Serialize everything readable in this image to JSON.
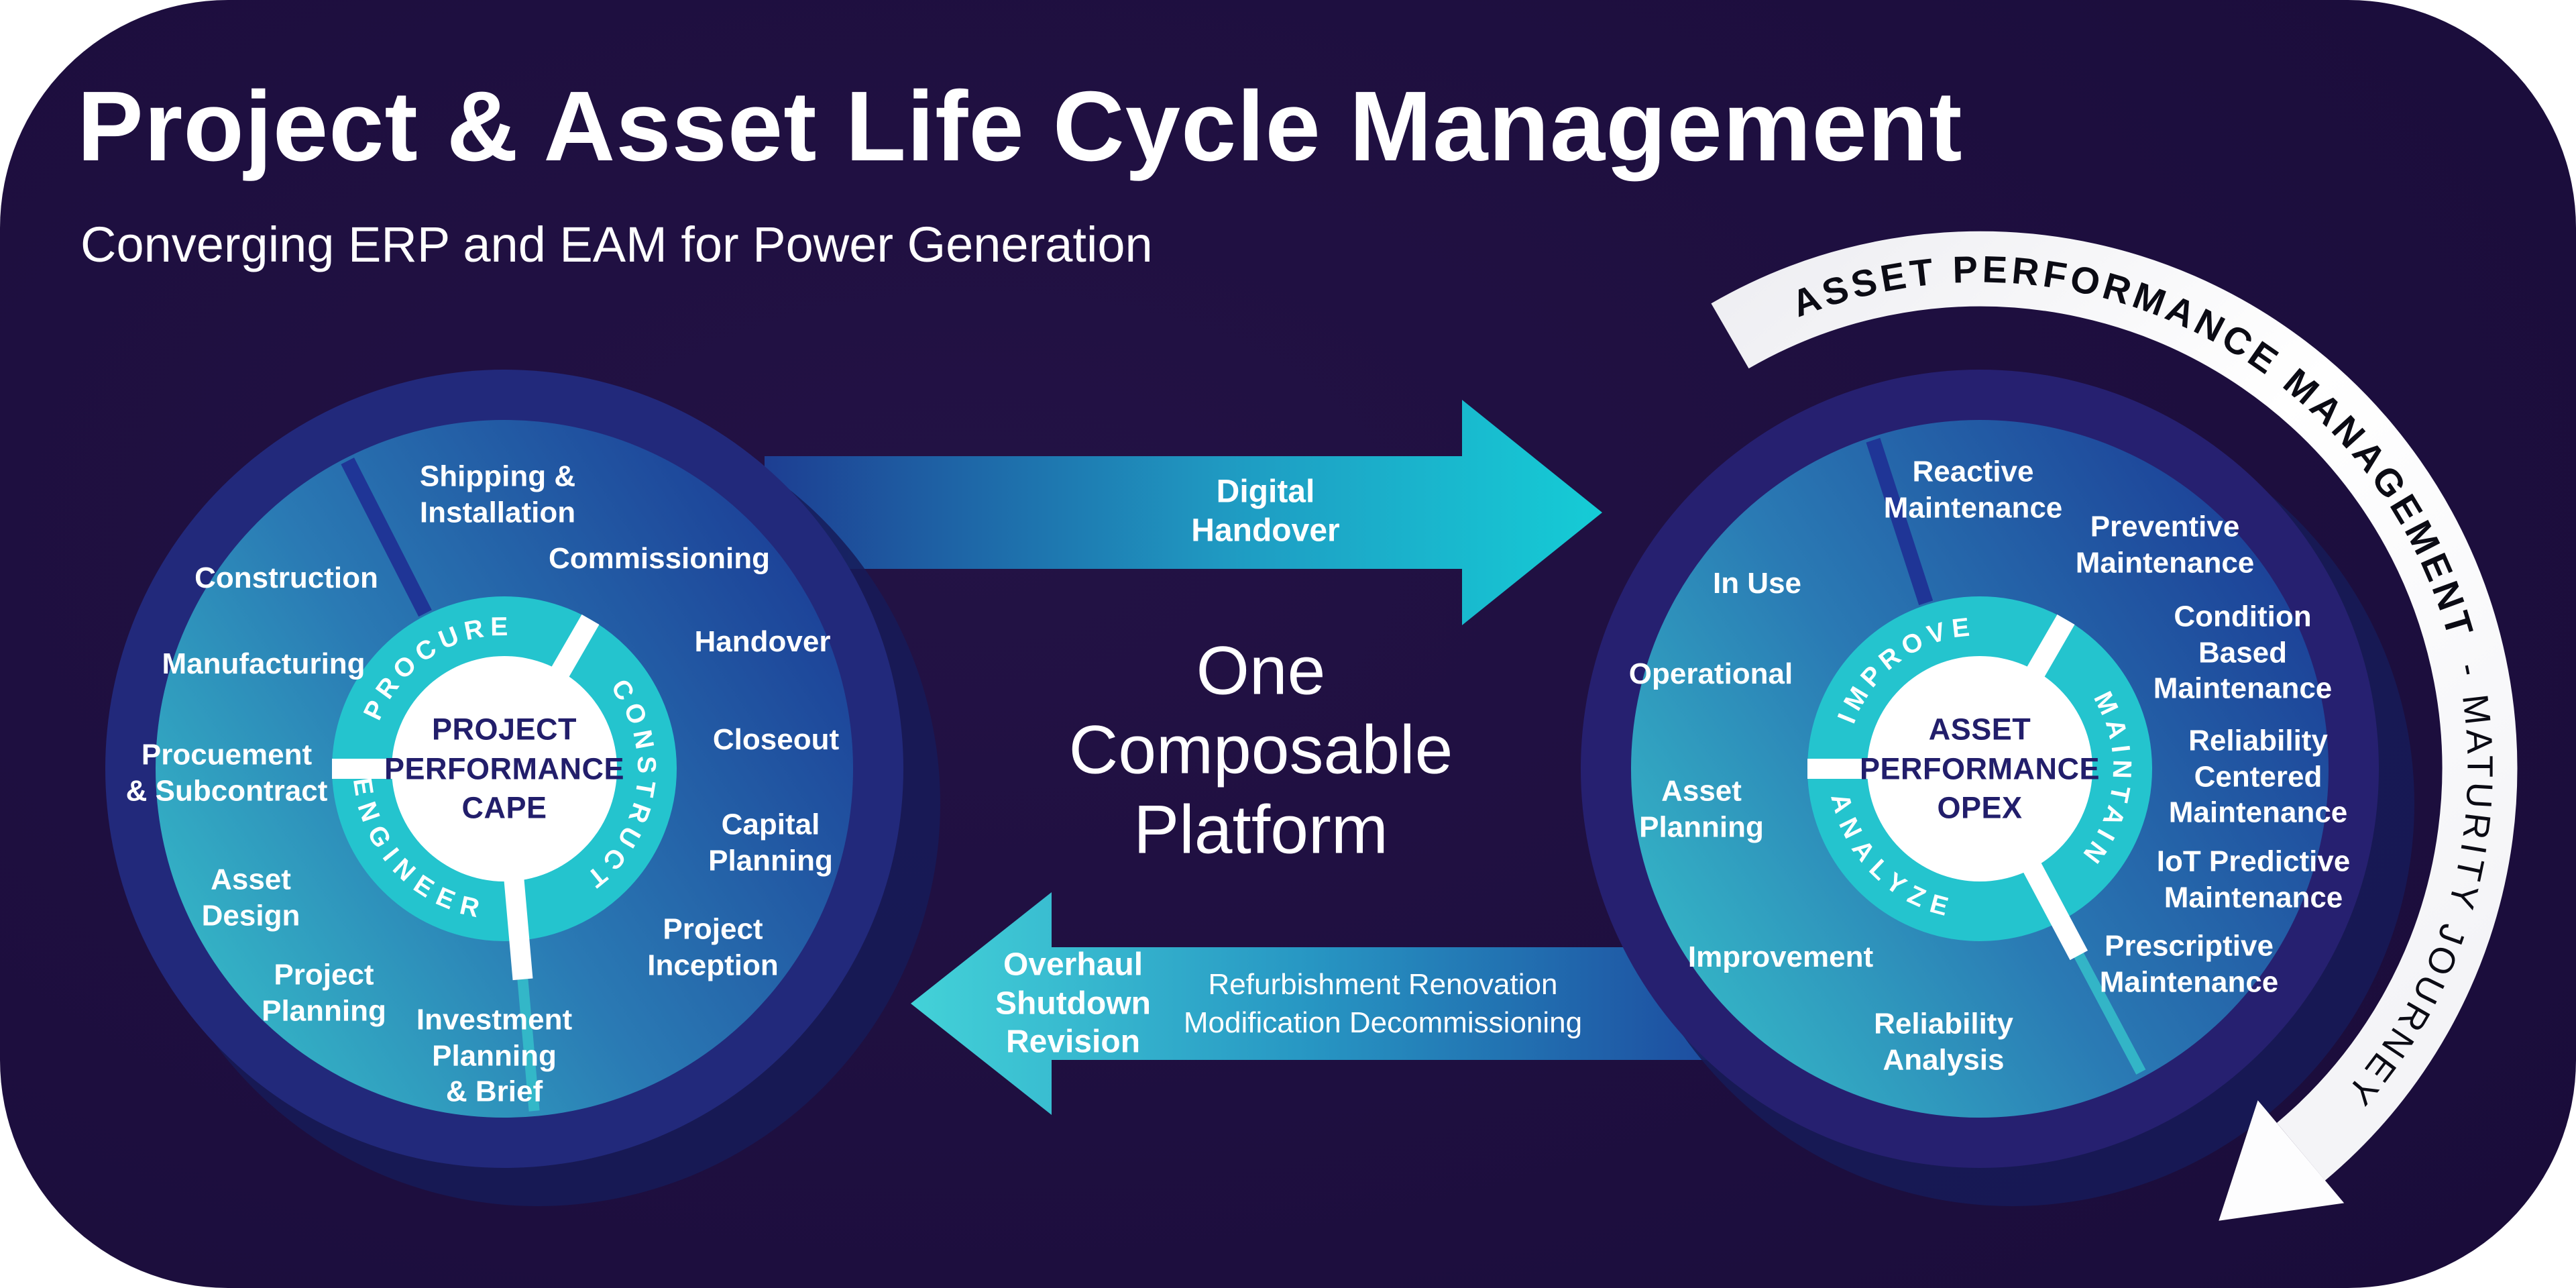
{
  "header": {
    "title": "Project & Asset Life Cycle Management",
    "subtitle": "Converging ERP and EAM for Power Generation"
  },
  "platform": {
    "label": "One\nComposable\nPlatform"
  },
  "handover_arrow": {
    "label": "Digital\nHandover"
  },
  "return_arrow": {
    "label_bold": "Overhaul\nShutdown\nRevision",
    "label": "Refurbishment Renovation\nModification Decommissioning"
  },
  "maturity_arc": {
    "label_bold": "ASSET PERFORMANCE MANAGEMENT",
    "label_tail": "- MATURITY JOURNEY"
  },
  "capex_wheel": {
    "hub": "PROJECT\nPERFORMANCE\nCAPE",
    "ring": {
      "procure": "PROCURE",
      "construct": "CONSTRUCT",
      "engineer": "ENGINEER"
    },
    "labels": [
      {
        "text": "Shipping &\nInstallation"
      },
      {
        "text": "Commissioning"
      },
      {
        "text": "Handover"
      },
      {
        "text": "Closeout"
      },
      {
        "text": "Capital\nPlanning"
      },
      {
        "text": "Project\nInception"
      },
      {
        "text": "Investment\nPlanning\n& Brief"
      },
      {
        "text": "Project\nPlanning"
      },
      {
        "text": "Asset\nDesign"
      },
      {
        "text": "Procuement\n& Subcontract"
      },
      {
        "text": "Manufacturing"
      },
      {
        "text": "Construction"
      }
    ]
  },
  "opex_wheel": {
    "hub": "ASSET\nPERFORMANCE\nOPEX",
    "ring": {
      "improve": "IMPROVE",
      "maintain": "MAINTAIN",
      "analyze": "ANALYZE"
    },
    "labels": [
      {
        "text": "Reactive\nMaintenance"
      },
      {
        "text": "Preventive\nMaintenance"
      },
      {
        "text": "Condition\nBased\nMaintenance"
      },
      {
        "text": "Reliability\nCentered\nMaintenance"
      },
      {
        "text": "IoT Predictive\nMaintenance"
      },
      {
        "text": "Prescriptive\nMaintenance"
      },
      {
        "text": "Reliability\nAnalysis"
      },
      {
        "text": "Improvement"
      },
      {
        "text": "Asset\nPlanning"
      },
      {
        "text": "Operational"
      },
      {
        "text": "In Use"
      }
    ]
  },
  "colors": {
    "card_bg": "#1b0d3c",
    "teal_ring": "#24c4ce",
    "navy_ring_left": "#22297b",
    "navy_ring_right": "#262070",
    "hub_text": "#221e6b",
    "arc_band": "#ffffff",
    "arc_text": "#0b0b14",
    "arrow_teal": "#15ccd6",
    "arrow_blue": "#1d3e92"
  }
}
